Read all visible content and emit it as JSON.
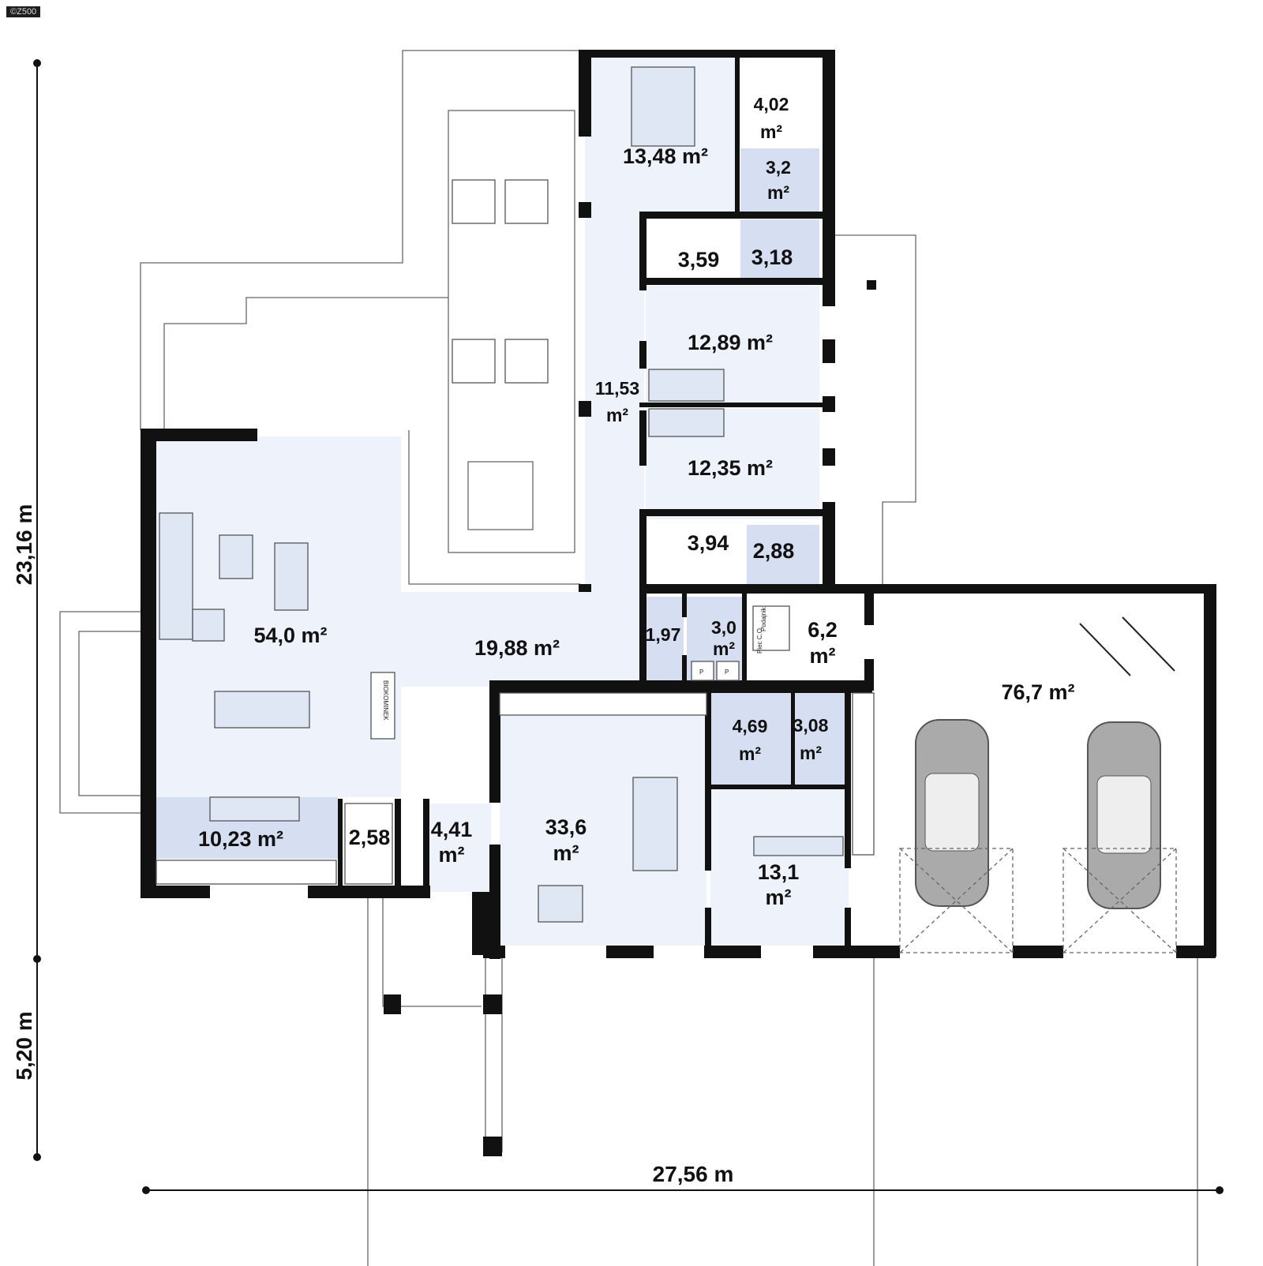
{
  "logo": "©Z500",
  "dimensions": {
    "total_height": "23,16 m",
    "porch_depth": "5,20 m",
    "total_width": "27,56 m"
  },
  "rooms": [
    {
      "id": "bedroom-master",
      "line1": "13,48 m²",
      "line2": ""
    },
    {
      "id": "wardrobe-master",
      "line1": "4,02",
      "line2": "m²"
    },
    {
      "id": "bathroom-master",
      "line1": "3,2",
      "line2": "m²"
    },
    {
      "id": "wardrobe-2",
      "line1": "3,59",
      "line2": ""
    },
    {
      "id": "bathroom-2",
      "line1": "3,18",
      "line2": ""
    },
    {
      "id": "bedroom-2",
      "line1": "12,89 m²",
      "line2": ""
    },
    {
      "id": "corridor",
      "line1": "11,53",
      "line2": "m²"
    },
    {
      "id": "bedroom-3",
      "line1": "12,35 m²",
      "line2": ""
    },
    {
      "id": "wardrobe-3",
      "line1": "3,94",
      "line2": ""
    },
    {
      "id": "bathroom-3",
      "line1": "2,88",
      "line2": ""
    },
    {
      "id": "living-room",
      "line1": "54,0 m²",
      "line2": ""
    },
    {
      "id": "hall",
      "line1": "19,88 m²",
      "line2": ""
    },
    {
      "id": "wc",
      "line1": "1,97",
      "line2": ""
    },
    {
      "id": "laundry",
      "line1": "3,0",
      "line2": "m²"
    },
    {
      "id": "boiler-room",
      "line1": "6,2",
      "line2": "m²"
    },
    {
      "id": "garage",
      "line1": "76,7 m²",
      "line2": ""
    },
    {
      "id": "bathroom-office",
      "line1": "4,69",
      "line2": "m²"
    },
    {
      "id": "bathroom-office-2",
      "line1": "3,08",
      "line2": "m²"
    },
    {
      "id": "office",
      "line1": "33,6",
      "line2": "m²"
    },
    {
      "id": "kitchen",
      "line1": "10,23 m²",
      "line2": ""
    },
    {
      "id": "pantry",
      "line1": "2,58",
      "line2": ""
    },
    {
      "id": "vestibule",
      "line1": "4,41",
      "line2": "m²"
    },
    {
      "id": "office-2",
      "line1": "13,1",
      "line2": "m²"
    }
  ],
  "fixtures": {
    "fireplace": "BIOKOMINEK",
    "feeder": "Podajnik",
    "boiler": "Piec C.O.",
    "p1": "P",
    "p2": "P"
  },
  "colors": {
    "wall": "#111111",
    "room_fill": "#eef2fb",
    "wet_room_fill": "#d5dff1",
    "furniture": "#dfe6f4"
  }
}
